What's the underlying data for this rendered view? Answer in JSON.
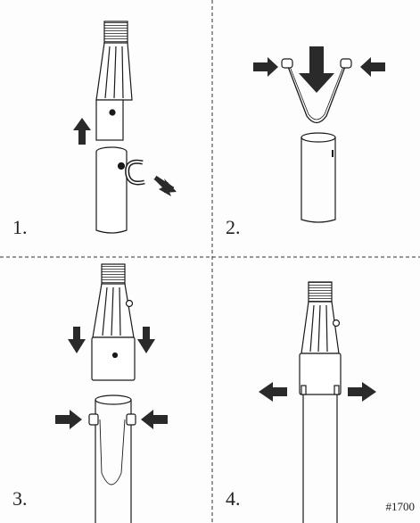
{
  "steps": [
    {
      "number": "1."
    },
    {
      "number": "2."
    },
    {
      "number": "3."
    },
    {
      "number": "4."
    }
  ],
  "code": "#1700",
  "colors": {
    "ink": "#1a1a1a",
    "arrow": "#2a2a2a",
    "paper": "#fdfdfd"
  }
}
